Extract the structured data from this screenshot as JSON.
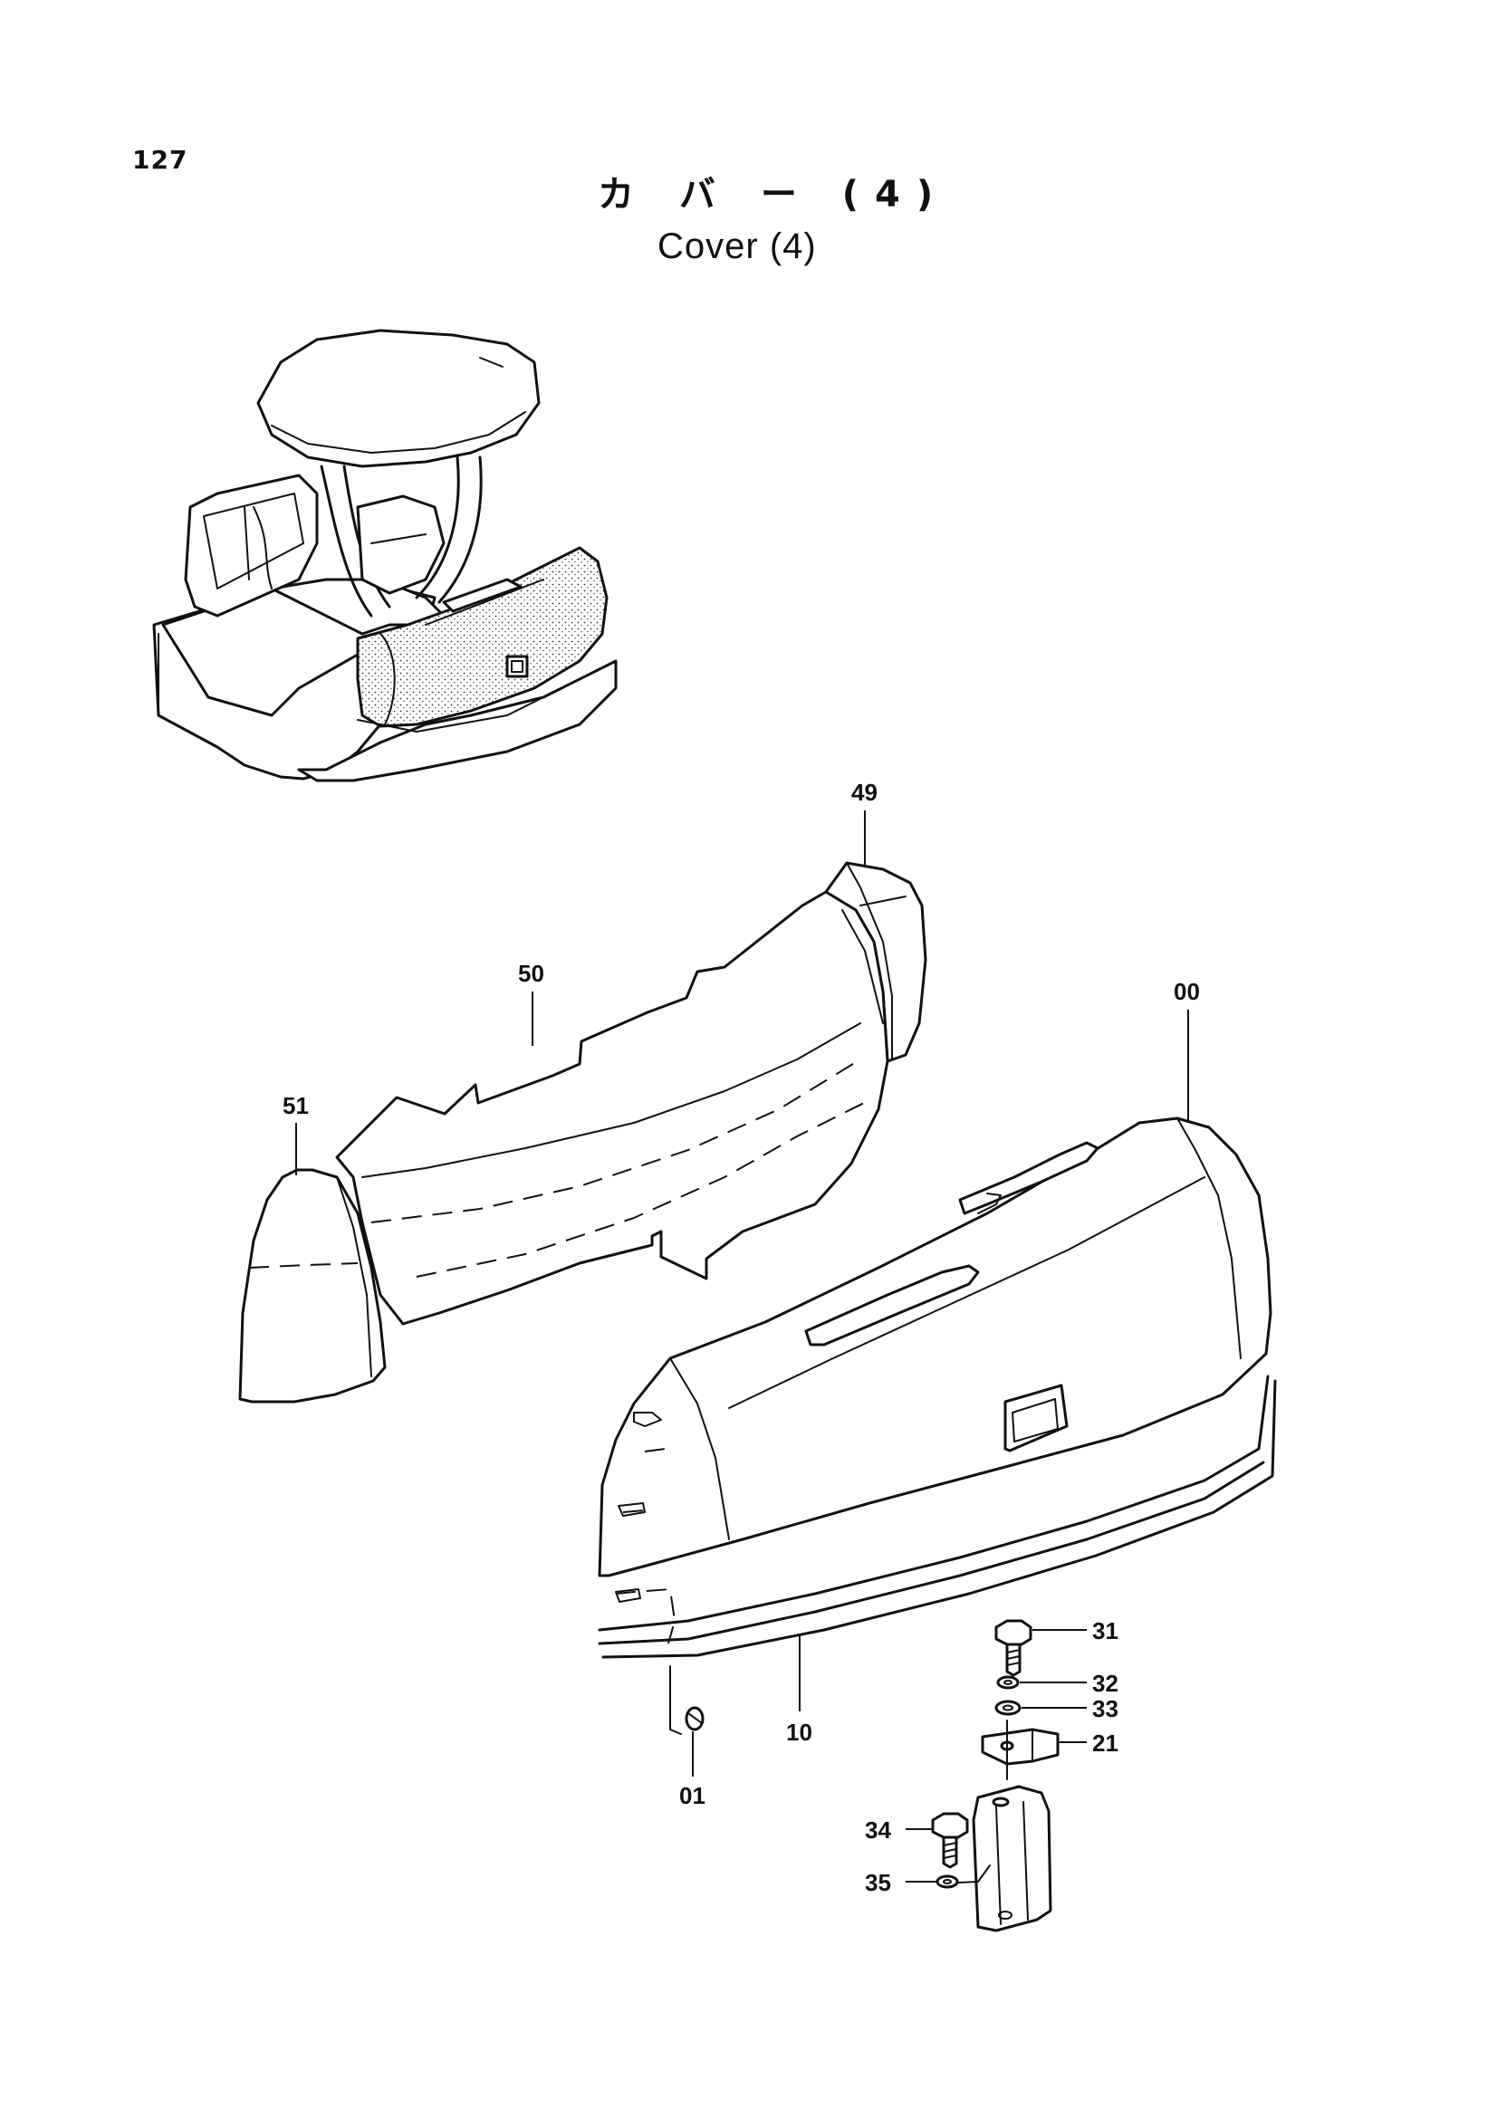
{
  "page_number": "127",
  "title_jp": "カ バ ー (4)",
  "title_en": "Cover (4)",
  "callouts": [
    {
      "id": "49",
      "label": "49"
    },
    {
      "id": "50",
      "label": "50"
    },
    {
      "id": "00",
      "label": "00"
    },
    {
      "id": "51",
      "label": "51"
    },
    {
      "id": "31",
      "label": "31"
    },
    {
      "id": "32",
      "label": "32"
    },
    {
      "id": "33",
      "label": "33"
    },
    {
      "id": "21",
      "label": "21"
    },
    {
      "id": "10",
      "label": "10"
    },
    {
      "id": "01",
      "label": "01"
    },
    {
      "id": "34",
      "label": "34"
    },
    {
      "id": "35",
      "label": "35"
    }
  ]
}
